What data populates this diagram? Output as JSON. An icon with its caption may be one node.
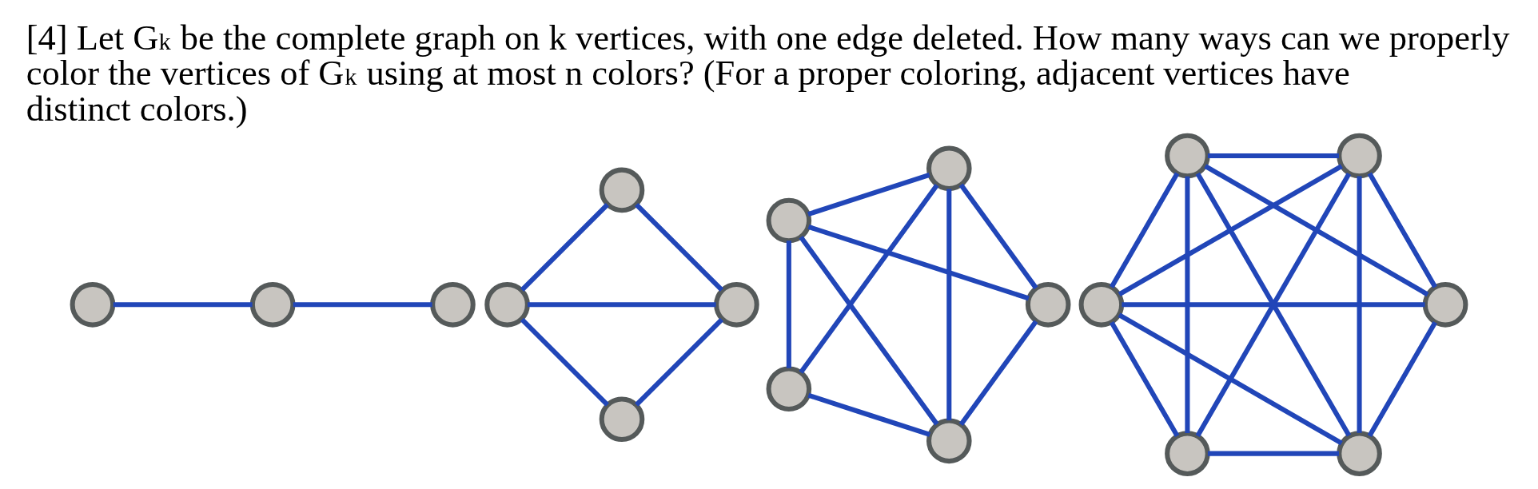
{
  "diagram": {
    "title": "[4] Let G$_{k}$ be the complete graph on k vertices, with one edge deleted. How many ways can we properly color the vertices of G$_{k}$ using at most n colors? (For a proper coloring, adjacent vertices have distinct colors.)",
    "nodes": [
      {
        "text": [],
        "shape": "circle"
      },
      {
        "text": [],
        "shape": "circle"
      },
      {
        "text": [],
        "shape": "circle"
      },
      {
        "text": [],
        "shape": "circle"
      },
      {
        "text": [],
        "shape": "circle"
      },
      {
        "text": [],
        "shape": "circle"
      },
      {
        "text": [],
        "shape": "circle"
      },
      {
        "text": [],
        "shape": "circle"
      },
      {
        "text": [],
        "shape": "circle"
      },
      {
        "text": [],
        "shape": "circle"
      },
      {
        "text": [],
        "shape": "circle"
      },
      {
        "text": [],
        "shape": "circle"
      },
      {
        "text": [],
        "shape": "circle"
      },
      {
        "text": [],
        "shape": "circle"
      },
      {
        "text": [],
        "shape": "circle"
      },
      {
        "text": [],
        "shape": "circle"
      },
      {
        "text": [],
        "shape": "circle"
      },
      {
        "text": [],
        "shape": "circle"
      }
    ],
    "edges": [
      {
        "from": 0,
        "to": 2,
        "arrow": "none"
      },
      {
        "from": 1,
        "to": 2,
        "arrow": "none"
      },
      {
        "from": 3,
        "to": 5,
        "arrow": "none"
      },
      {
        "from": 3,
        "to": 6,
        "arrow": "none"
      },
      {
        "from": 4,
        "to": 5,
        "arrow": "none"
      },
      {
        "from": 4,
        "to": 6,
        "arrow": "none"
      },
      {
        "from": 5,
        "to": 6,
        "arrow": "none"
      },
      {
        "from": 7,
        "to": 9,
        "arrow": "none"
      },
      {
        "from": 7,
        "to": 10,
        "arrow": "none"
      },
      {
        "from": 7,
        "to": 11,
        "arrow": "none"
      },
      {
        "from": 8,
        "to": 9,
        "arrow": "none"
      },
      {
        "from": 8,
        "to": 10,
        "arrow": "none"
      },
      {
        "from": 8,
        "to": 11,
        "arrow": "none"
      },
      {
        "from": 9,
        "to": 10,
        "arrow": "none"
      },
      {
        "from": 9,
        "to": 11,
        "arrow": "none"
      },
      {
        "from": 10,
        "to": 11,
        "arrow": "none"
      },
      {
        "from": 12,
        "to": 14,
        "arrow": "none"
      },
      {
        "from": 12,
        "to": 15,
        "arrow": "none"
      },
      {
        "from": 12,
        "to": 16,
        "arrow": "none"
      },
      {
        "from": 12,
        "to": 17,
        "arrow": "none"
      },
      {
        "from": 13,
        "to": 14,
        "arrow": "none"
      },
      {
        "from": 13,
        "to": 15,
        "arrow": "none"
      },
      {
        "from": 13,
        "to": 16,
        "arrow": "none"
      },
      {
        "from": 13,
        "to": 17,
        "arrow": "none"
      },
      {
        "from": 14,
        "to": 15,
        "arrow": "none"
      },
      {
        "from": 14,
        "to": 16,
        "arrow": "none"
      },
      {
        "from": 14,
        "to": 17,
        "arrow": "none"
      },
      {
        "from": 15,
        "to": 16,
        "arrow": "none"
      },
      {
        "from": 15,
        "to": 17,
        "arrow": "none"
      },
      {
        "from": 16,
        "to": 17,
        "arrow": "none"
      }
    ]
  }
}
